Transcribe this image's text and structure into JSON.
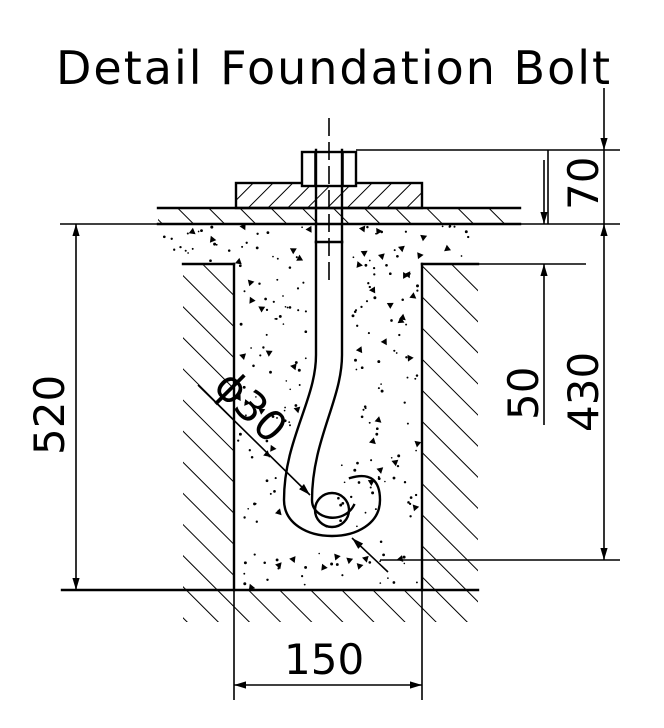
{
  "title": "Detail Foundation Bolt",
  "dimensions": {
    "width": "150",
    "total_depth": "520",
    "grout_depth": "430",
    "top_offset": "50",
    "projection": "70",
    "bolt_diameter": "ϕ30"
  }
}
